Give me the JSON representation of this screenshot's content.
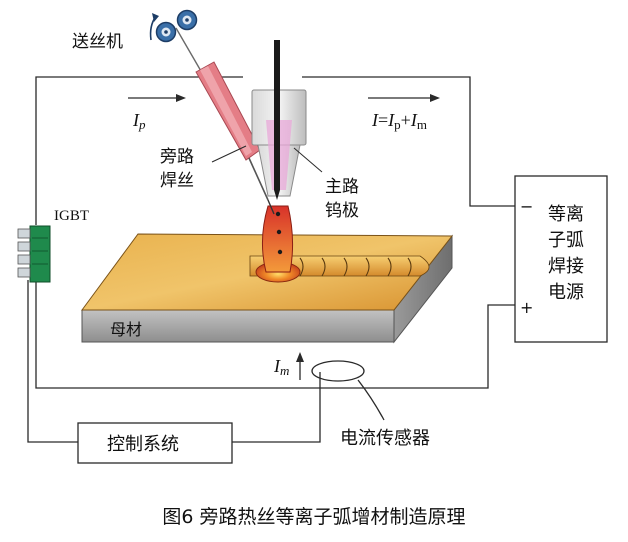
{
  "labels": {
    "wire_feeder": "送丝机",
    "bypass_wire_line1": "旁路",
    "bypass_wire_line2": "焊丝",
    "main_tungsten_line1": "主路",
    "main_tungsten_line2": "钨极",
    "igbt": "IGBT",
    "base_metal": "母材",
    "power_source": [
      "等离",
      "子弧",
      "焊接",
      "电源"
    ],
    "minus": "−",
    "plus": "+",
    "control_system": "控制系统",
    "current_sensor": "电流传感器",
    "ip_symbol": "I",
    "ip_sub": "p",
    "im_symbol": "I",
    "im_sub": "m",
    "total_current": {
      "lhs": "I",
      "eq": "=",
      "t1": "I",
      "t1sub": "p",
      "plus": "+",
      "t2": "I",
      "t2sub": "m"
    },
    "caption": "图6   旁路热丝等离子弧增材制造原理"
  },
  "colors": {
    "wire_line": "#2a2a2a",
    "plate_top": "#e8a43c",
    "plate_front": "#a6a6a6",
    "igbt_green": "#1f8a4c",
    "torch_pink": "#e47d86",
    "arc_red": "#cc2a1c"
  }
}
